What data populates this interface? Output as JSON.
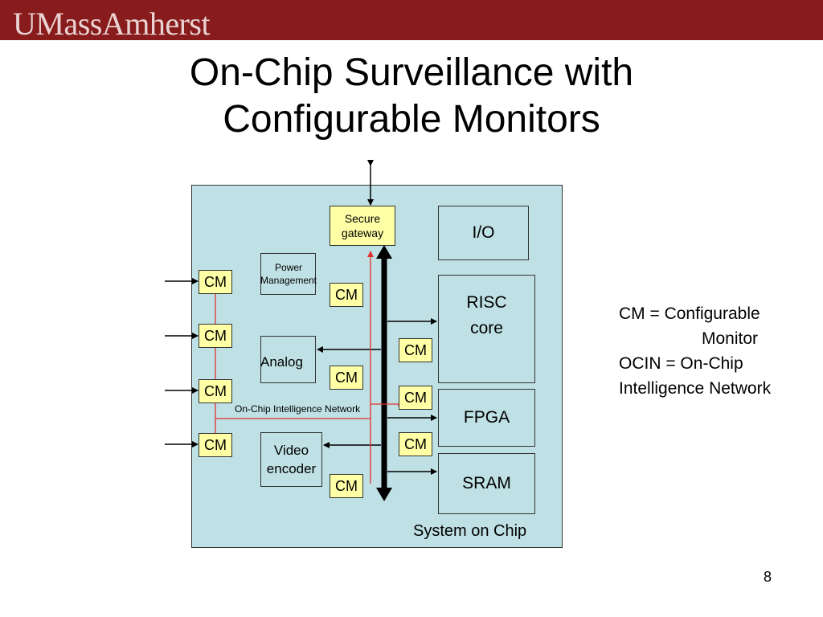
{
  "header": {
    "logo_text": "UMassAmherst"
  },
  "title": {
    "line1": "On-Chip Surveillance with",
    "line2": "Configurable Monitors"
  },
  "diagram": {
    "soc_label": "System on Chip",
    "secure_gateway": {
      "line1": "Secure",
      "line2": "gateway"
    },
    "io": "I/O",
    "power": {
      "line1": "Power",
      "line2": "Management"
    },
    "risc": {
      "line1": "RISC",
      "line2": "core"
    },
    "analog": "Analog",
    "fpga": "FPGA",
    "video": {
      "line1": "Video",
      "line2": "encoder"
    },
    "sram": "SRAM",
    "cm_label": "CM",
    "ocin_label": "On-Chip Intelligence Network"
  },
  "legend": {
    "line1": "CM = Configurable",
    "line2": "Monitor",
    "line3": "OCIN = On-Chip",
    "line4": "Intelligence Network"
  },
  "page_number": "8",
  "colors": {
    "header": "#881c1c",
    "soc_fill": "#bfe0e4",
    "monitor_fill": "#ffffa6",
    "ocin_line": "#e03030"
  }
}
